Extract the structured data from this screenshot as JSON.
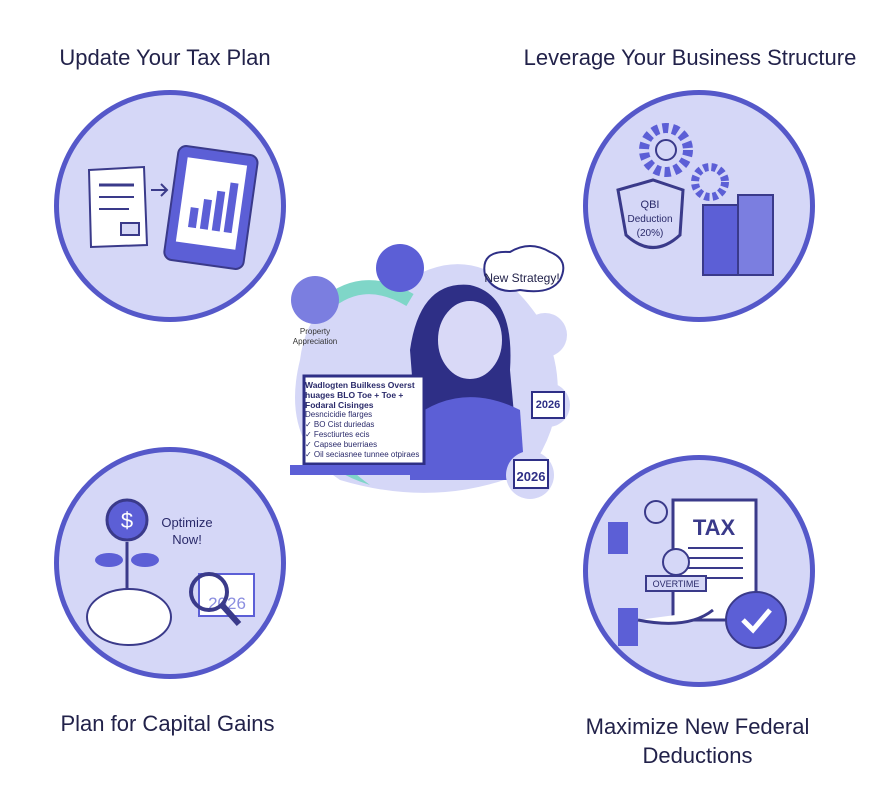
{
  "sections": [
    {
      "title": "Update Your Tax Plan"
    },
    {
      "title": "Leverage Your Business Structure",
      "badge": [
        "QBI",
        "Deduction",
        "(20%)"
      ]
    },
    {
      "title": "Plan for Capital Gains",
      "callout": [
        "Optimize",
        "Now!"
      ],
      "year": "2026"
    },
    {
      "title": "Maximize New Federal Deductions",
      "doc": "TAX",
      "tag": "OVERTIME"
    }
  ],
  "center": {
    "bubble": "New Strategy!",
    "property_label": "Property Appreciation",
    "laptop_heading": "Wadlogten Builkess Overst huages BLO Toe + Toe + Fodaral Cisinges",
    "laptop_list": [
      "Desncicidie flarges",
      "✓ BO Cist duriedas",
      "✓ Fesctiurtes ecis",
      "✓ Capsee buerriaes",
      "✓ Oil seciasnee tunnee otpiraes"
    ],
    "calendar_year_1": "2026",
    "calendar_year_2": "2026"
  },
  "colors": {
    "circle_fill": "#d5d7f7",
    "circle_border": "#5558c9",
    "accent": "#5c5fd6",
    "teal": "#7fd6c8"
  }
}
